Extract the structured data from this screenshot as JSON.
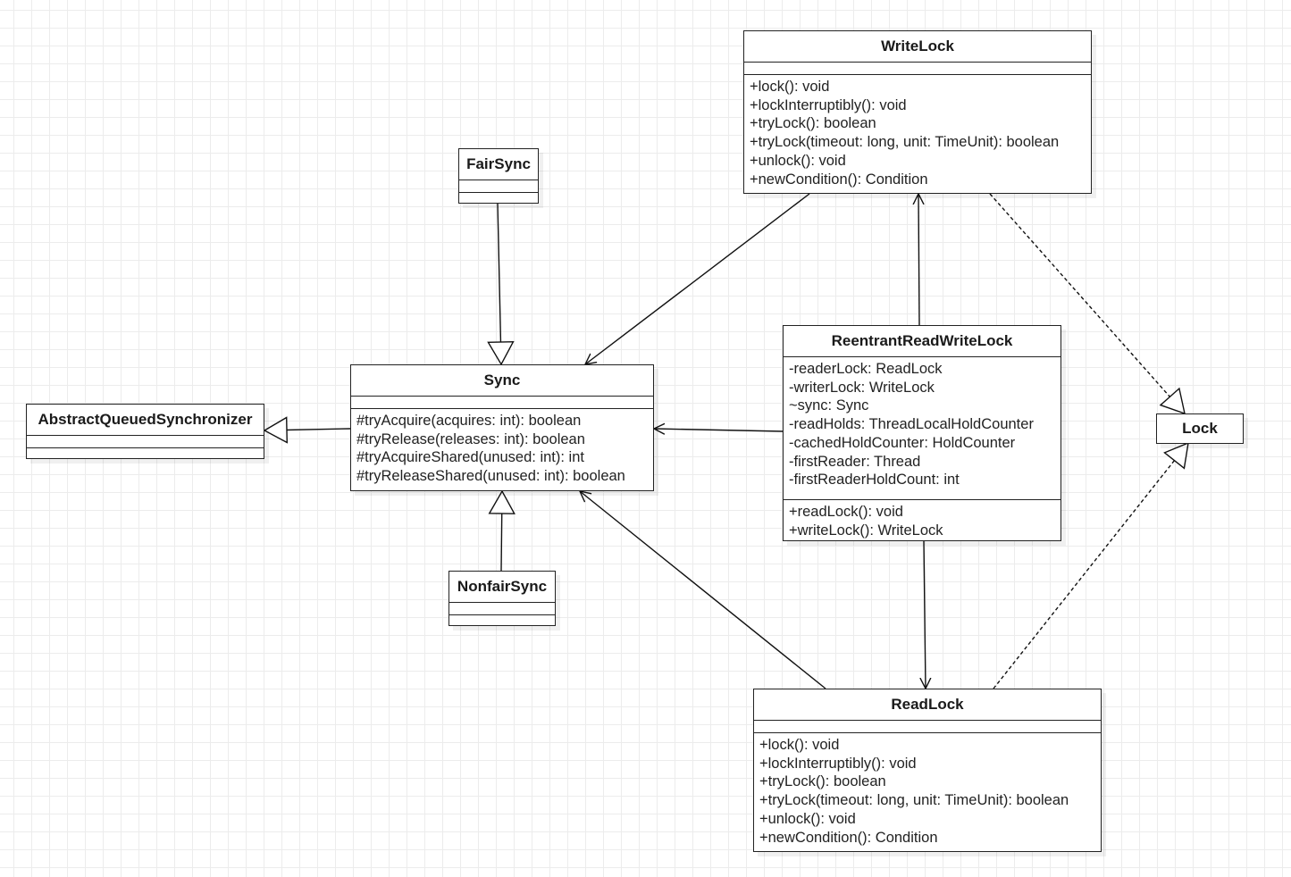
{
  "diagram": {
    "type": "UML class diagram",
    "classes": {
      "writeLock": {
        "name": "WriteLock",
        "attributes": [],
        "operations": [
          "+lock(): void",
          "+lockInterruptibly(): void",
          "+tryLock(): boolean",
          "+tryLock(timeout: long, unit: TimeUnit): boolean",
          "+unlock(): void",
          "+newCondition(): Condition"
        ]
      },
      "fairSync": {
        "name": "FairSync",
        "attributes": [],
        "operations": []
      },
      "sync": {
        "name": "Sync",
        "attributes": [],
        "operations": [
          "#tryAcquire(acquires: int): boolean",
          "#tryRelease(releases: int): boolean",
          "#tryAcquireShared(unused: int): int",
          "#tryReleaseShared(unused: int): boolean"
        ]
      },
      "aqs": {
        "name": "AbstractQueuedSynchronizer",
        "attributes": [],
        "operations": []
      },
      "nonfairSync": {
        "name": "NonfairSync",
        "attributes": [],
        "operations": []
      },
      "rrwl": {
        "name": "ReentrantReadWriteLock",
        "attributes": [
          "-readerLock: ReadLock",
          "-writerLock: WriteLock",
          "~sync: Sync",
          "-readHolds: ThreadLocalHoldCounter",
          "-cachedHoldCounter: HoldCounter",
          "-firstReader: Thread",
          "-firstReaderHoldCount: int"
        ],
        "operations": [
          "+readLock(): void",
          "+writeLock(): WriteLock"
        ]
      },
      "lock": {
        "name": "Lock"
      },
      "readLock": {
        "name": "ReadLock",
        "attributes": [],
        "operations": [
          "+lock(): void",
          "+lockInterruptibly(): void",
          "+tryLock(): boolean",
          "+tryLock(timeout: long, unit: TimeUnit): boolean",
          "+unlock(): void",
          "+newCondition(): Condition"
        ]
      }
    },
    "relationships": [
      {
        "from": "FairSync",
        "to": "Sync",
        "kind": "generalization"
      },
      {
        "from": "NonfairSync",
        "to": "Sync",
        "kind": "generalization"
      },
      {
        "from": "Sync",
        "to": "AbstractQueuedSynchronizer",
        "kind": "generalization"
      },
      {
        "from": "WriteLock",
        "to": "Sync",
        "kind": "association"
      },
      {
        "from": "ReadLock",
        "to": "Sync",
        "kind": "association"
      },
      {
        "from": "ReentrantReadWriteLock",
        "to": "Sync",
        "kind": "association"
      },
      {
        "from": "ReentrantReadWriteLock",
        "to": "WriteLock",
        "kind": "association"
      },
      {
        "from": "ReentrantReadWriteLock",
        "to": "ReadLock",
        "kind": "association"
      },
      {
        "from": "WriteLock",
        "to": "Lock",
        "kind": "realization"
      },
      {
        "from": "ReadLock",
        "to": "Lock",
        "kind": "realization"
      }
    ]
  }
}
